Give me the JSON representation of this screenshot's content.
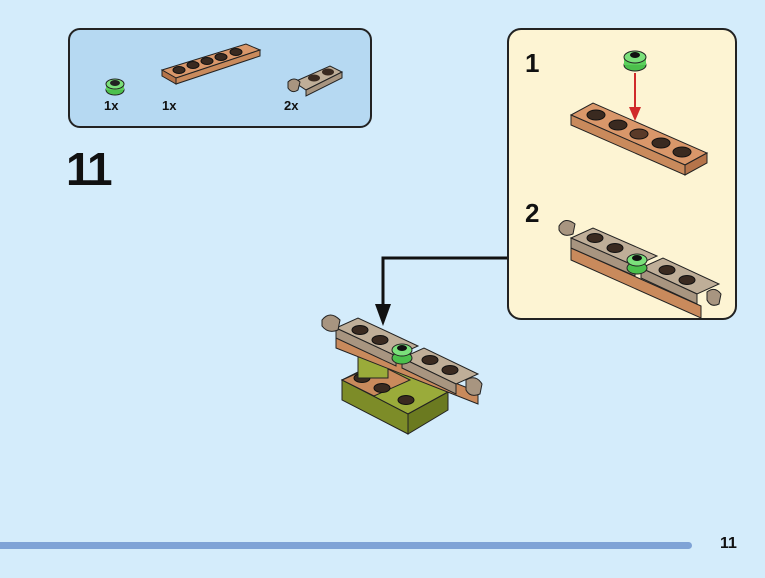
{
  "parts_list": {
    "items": [
      {
        "part": "round-plate-1x1-green",
        "quantity": "1x"
      },
      {
        "part": "plate-1x6-brown",
        "quantity": "1x"
      },
      {
        "part": "plate-with-clip-tan",
        "quantity": "2x"
      }
    ]
  },
  "step": {
    "number": "11"
  },
  "callout": {
    "substeps": [
      {
        "number": "1"
      },
      {
        "number": "2"
      }
    ]
  },
  "colors": {
    "background": "#d4ecfb",
    "parts_box": "#b6d9f2",
    "callout": "#fdf4d3",
    "arrow_red": "#d02a2a",
    "brown": "#c98a5c",
    "tan": "#a89580",
    "green": "#5cd05c",
    "olive": "#9aab3a",
    "bar": "#7fa3d6"
  },
  "footer": {
    "page_number": "11"
  }
}
